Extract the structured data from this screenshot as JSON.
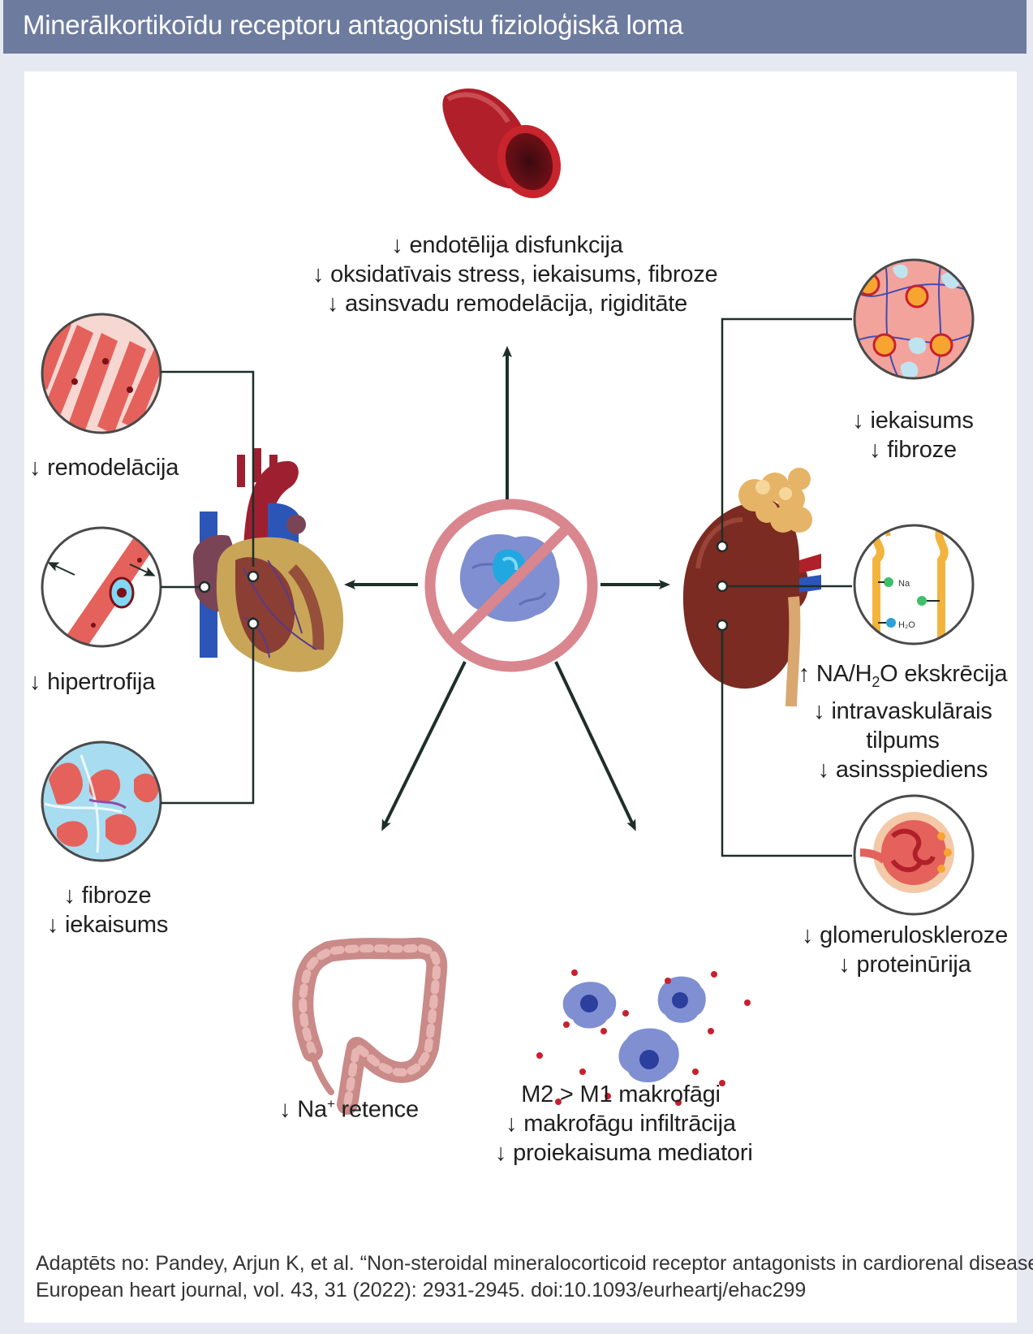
{
  "title": "Minerālkortikoīdu receptoru antagonistu fizioloģiskā loma",
  "vessel": {
    "lines": [
      "↓ endotēlija disfunkcija",
      "↓ oksidatīvais stress, iekaisums, fibroze",
      "↓ asinsvadu remodelācija, rigiditāte"
    ]
  },
  "heart": {
    "remodeling": "↓ remodelācija",
    "hypertrophy": "↓ hipertrofija",
    "fibrosis_lines": [
      "↓ fibroze",
      "↓ iekaisums"
    ]
  },
  "kidney": {
    "top_lines": [
      "↓ iekaisums",
      "↓ fibroze"
    ],
    "excretion_prefix": "↑ NA/H",
    "excretion_sub": "2",
    "excretion_suffix": "O ekskrēcija",
    "mid_lines": [
      "↓ intravaskulārais",
      "tilpums",
      "↓ asinsspiediens"
    ],
    "bottom_lines": [
      "↓ glomeruloskleroze",
      "↓ proteinūrija"
    ],
    "tubule_label_na": "Na",
    "tubule_label_water": "H₂O"
  },
  "colon": {
    "prefix": "↓ Na",
    "sup": "+",
    "suffix": " retence"
  },
  "macrophage": {
    "lines": [
      "M2 > M1 makrofāgi",
      "↓ makrofāgu infiltrācija",
      "↓ proiekaisuma mediatori"
    ]
  },
  "source": {
    "line1": "Adaptēts no: Pandey, Arjun K, et al. “Non-steroidal mineralocorticoid receptor antagonists in cardiorenal disease.”",
    "line2": "European heart journal, vol. 43, 31 (2022): 2931-2945. doi:10.1093/eurheartj/ehac299"
  },
  "colors": {
    "title_bar": "#6d7b9e",
    "background": "#e6e9f1",
    "arrow": "#1e2e2a",
    "prohibition": "#d9868e",
    "vessel": "#b0202a",
    "kidney": "#7c2b22",
    "macrophage": "#7f8fd1"
  }
}
